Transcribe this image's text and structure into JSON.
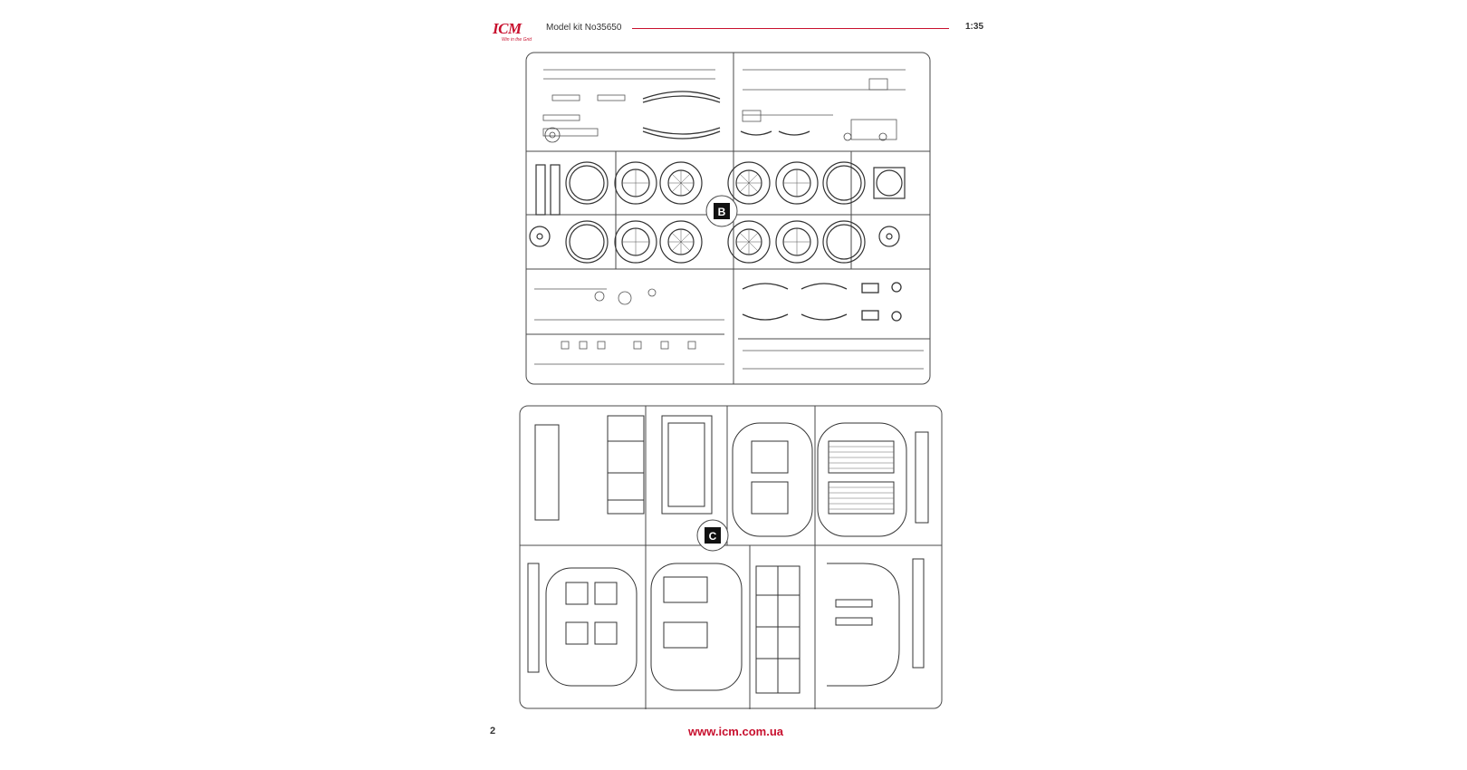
{
  "header": {
    "brand": "ICM",
    "brand_tagline": "Win in the Grid",
    "kit_label": "Model kit No35650",
    "scale": "1:35"
  },
  "sprues": {
    "b_label": "B",
    "c_label": "C"
  },
  "footer": {
    "page_number": "2",
    "url": "www.icm.com.ua"
  },
  "colors": {
    "accent": "#c8102e",
    "line": "#4a4a4a"
  }
}
